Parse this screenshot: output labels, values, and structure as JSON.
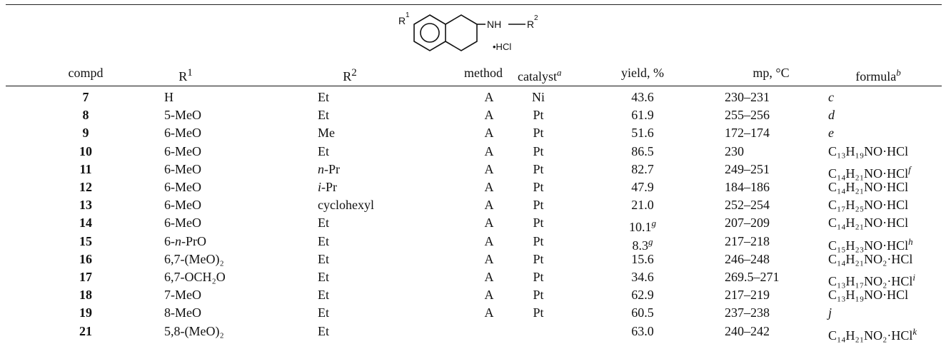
{
  "structure": {
    "r1_label": "R",
    "r1_sup": "1",
    "nh_label": "NH",
    "r2_label": "R",
    "r2_sup": "2",
    "salt_label": "•HCl"
  },
  "headers": {
    "compd": "compd",
    "r1": "R",
    "r1_sup": "1",
    "r2": "R",
    "r2_sup": "2",
    "method": "method",
    "catalyst": "catalyst",
    "catalyst_sup": "a",
    "yield": "yield, %",
    "mp": "mp, °C",
    "formula": "formula",
    "formula_sup": "b"
  },
  "rows": [
    {
      "compd": "7",
      "r1": "H",
      "r2": "Et",
      "method": "A",
      "catalyst": "Ni",
      "yield": "43.6",
      "yield_note": "",
      "mp": "230–231",
      "formula": "c",
      "formula_italic": true,
      "formula_note": ""
    },
    {
      "compd": "8",
      "r1": "5-MeO",
      "r2": "Et",
      "method": "A",
      "catalyst": "Pt",
      "yield": "61.9",
      "yield_note": "",
      "mp": "255–256",
      "formula": "d",
      "formula_italic": true,
      "formula_note": ""
    },
    {
      "compd": "9",
      "r1": "6-MeO",
      "r2": "Me",
      "method": "A",
      "catalyst": "Pt",
      "yield": "51.6",
      "yield_note": "",
      "mp": "172–174",
      "formula": "e",
      "formula_italic": true,
      "formula_note": ""
    },
    {
      "compd": "10",
      "r1": "6-MeO",
      "r2": "Et",
      "method": "A",
      "catalyst": "Pt",
      "yield": "86.5",
      "yield_note": "",
      "mp": "230",
      "formula": "C₁₃H₁₉NO·HCl",
      "formula_italic": false,
      "formula_note": ""
    },
    {
      "compd": "11",
      "r1": "6-MeO",
      "r2": "n-Pr",
      "method": "A",
      "catalyst": "Pt",
      "yield": "82.7",
      "yield_note": "",
      "mp": "249–251",
      "formula": "C₁₄H₂₁NO·HCl",
      "formula_italic": false,
      "formula_note": "f"
    },
    {
      "compd": "12",
      "r1": "6-MeO",
      "r2": "i-Pr",
      "method": "A",
      "catalyst": "Pt",
      "yield": "47.9",
      "yield_note": "",
      "mp": "184–186",
      "formula": "C₁₄H₂₁NO·HCl",
      "formula_italic": false,
      "formula_note": ""
    },
    {
      "compd": "13",
      "r1": "6-MeO",
      "r2": "cyclohexyl",
      "method": "A",
      "catalyst": "Pt",
      "yield": "21.0",
      "yield_note": "",
      "mp": "252–254",
      "formula": "C₁₇H₂₅NO·HCl",
      "formula_italic": false,
      "formula_note": ""
    },
    {
      "compd": "14",
      "r1": "6-MeO",
      "r2": "Et",
      "method": "A",
      "catalyst": "Pt",
      "yield": "10.1",
      "yield_note": "g",
      "mp": "207–209",
      "formula": "C₁₄H₂₁NO·HCl",
      "formula_italic": false,
      "formula_note": ""
    },
    {
      "compd": "15",
      "r1": "6-n-PrO",
      "r2": "Et",
      "method": "A",
      "catalyst": "Pt",
      "yield": "8.3",
      "yield_note": "g",
      "mp": "217–218",
      "formula": "C₁₅H₂₃NO·HCl",
      "formula_italic": false,
      "formula_note": "h"
    },
    {
      "compd": "16",
      "r1": "6,7-(MeO)₂",
      "r2": "Et",
      "method": "A",
      "catalyst": "Pt",
      "yield": "15.6",
      "yield_note": "",
      "mp": "246–248",
      "formula": "C₁₄H₂₁NO₂·HCl",
      "formula_italic": false,
      "formula_note": ""
    },
    {
      "compd": "17",
      "r1": "6,7-OCH₂O",
      "r2": "Et",
      "method": "A",
      "catalyst": "Pt",
      "yield": "34.6",
      "yield_note": "",
      "mp": "269.5–271",
      "formula": "C₁₃H₁₇NO₂·HCl",
      "formula_italic": false,
      "formula_note": "i"
    },
    {
      "compd": "18",
      "r1": "7-MeO",
      "r2": "Et",
      "method": "A",
      "catalyst": "Pt",
      "yield": "62.9",
      "yield_note": "",
      "mp": "217–219",
      "formula": "C₁₃H₁₉NO·HCl",
      "formula_italic": false,
      "formula_note": ""
    },
    {
      "compd": "19",
      "r1": "8-MeO",
      "r2": "Et",
      "method": "A",
      "catalyst": "Pt",
      "yield": "60.5",
      "yield_note": "",
      "mp": "237–238",
      "formula": "j",
      "formula_italic": true,
      "formula_note": ""
    },
    {
      "compd": "21",
      "r1": "5,8-(MeO)₂",
      "r2": "Et",
      "method": "",
      "catalyst": "",
      "yield": "63.0",
      "yield_note": "",
      "mp": "240–242",
      "formula": "C₁₄H₂₁NO₂·HCl",
      "formula_italic": false,
      "formula_note": "k"
    }
  ]
}
